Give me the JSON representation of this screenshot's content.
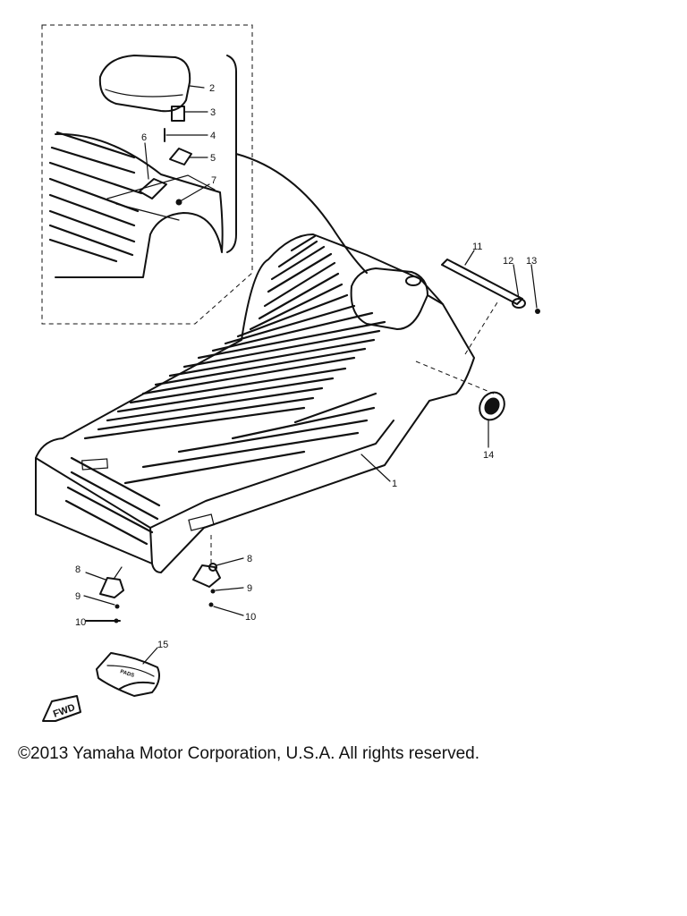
{
  "diagram": {
    "callouts": {
      "n1": "1",
      "n2": "2",
      "n3": "3",
      "n4": "4",
      "n5": "5",
      "n6": "6",
      "n7": "7",
      "n8a": "8",
      "n8b": "8",
      "n9a": "9",
      "n9b": "9",
      "n10a": "10",
      "n10b": "10",
      "n11": "11",
      "n12": "12",
      "n13": "13",
      "n14": "14",
      "n15": "15"
    },
    "fwd_label": "FWD",
    "pad_stamp": "PADS"
  },
  "footer": {
    "copyright": "©2013 Yamaha Motor Corporation, U.S.A. All rights reserved."
  }
}
